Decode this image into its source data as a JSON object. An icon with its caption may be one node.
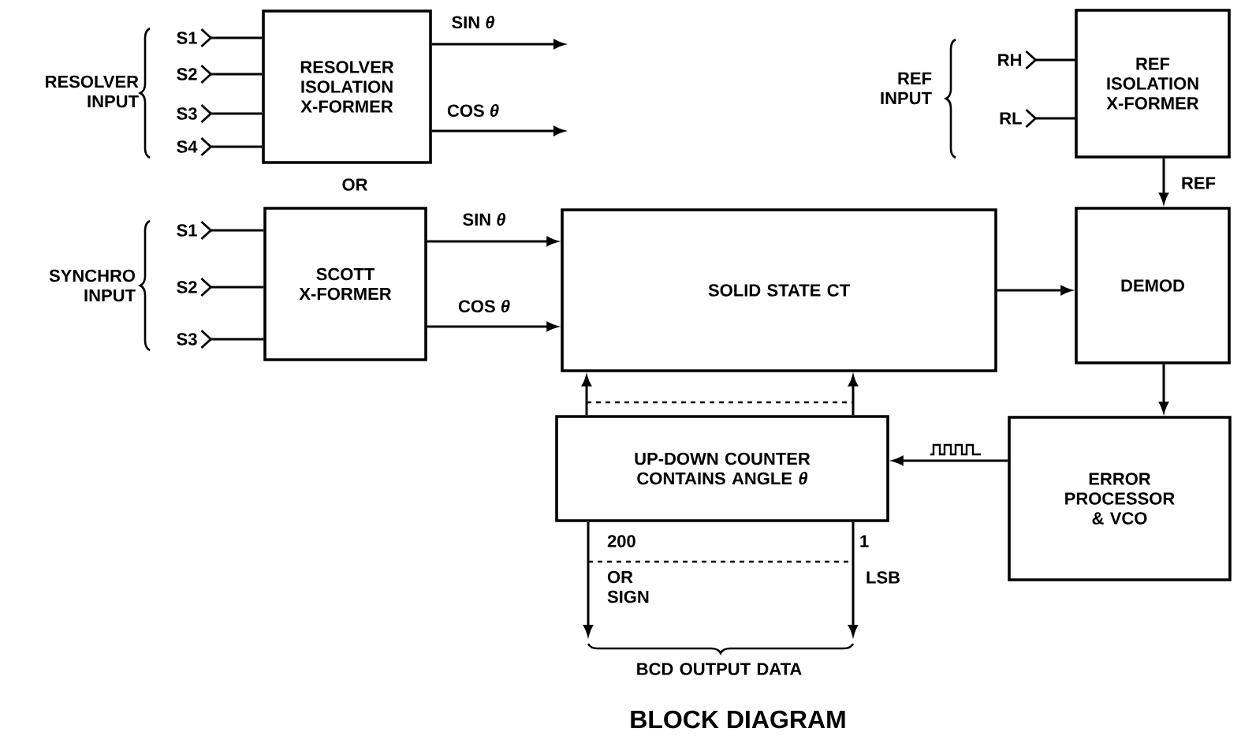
{
  "diagram": {
    "title": "BLOCK DIAGRAM",
    "nodes": [
      {
        "text": [
          "RESOLVER ISOLATION X-FORMER"
        ]
      },
      {
        "text": [
          "S1"
        ]
      },
      {
        "text": [
          "S2"
        ]
      },
      {
        "text": [
          "S3"
        ]
      },
      {
        "text": [
          "S4"
        ]
      },
      {
        "text": [
          "SCOTT X-FORMER"
        ]
      },
      {
        "text": [
          "S1"
        ]
      },
      {
        "text": [
          "S2"
        ]
      },
      {
        "text": [
          "S3"
        ]
      },
      {
        "text": [
          "SOLID STATE CT"
        ]
      },
      {
        "text": [
          "REF ISOLATION X-FORMER"
        ]
      },
      {
        "text": [
          "RH"
        ]
      },
      {
        "text": [
          "RL"
        ]
      },
      {
        "text": [
          "DEMOD"
        ]
      },
      {
        "text": [
          "ERROR PROCESSOR & VCO"
        ]
      },
      {
        "text": [
          "UP-DOWN COUNTER CONTAINS ANGLE *θ*"
        ]
      }
    ],
    "edges": [
      {
        "from": 1,
        "to": 0,
        "arrow": "other"
      },
      {
        "from": 2,
        "to": 0,
        "arrow": "other"
      },
      {
        "from": 3,
        "to": 0,
        "arrow": "other"
      },
      {
        "from": 4,
        "to": 0,
        "arrow": "other"
      },
      {
        "from": 0,
        "to": null,
        "arrow": "to",
        "label": "SIN *θ*"
      },
      {
        "from": 0,
        "to": null,
        "arrow": "to",
        "label": "COS *θ*"
      },
      {
        "from": 6,
        "to": 5,
        "arrow": "other"
      },
      {
        "from": 7,
        "to": 5,
        "arrow": "other"
      },
      {
        "from": 8,
        "to": 5,
        "arrow": "other"
      },
      {
        "from": 5,
        "to": 9,
        "arrow": "to",
        "label": "SIN *θ*"
      },
      {
        "from": 5,
        "to": 9,
        "arrow": "to",
        "label": "COS *θ*"
      },
      {
        "from": 11,
        "to": 10,
        "arrow": "other"
      },
      {
        "from": 12,
        "to": 10,
        "arrow": "other"
      },
      {
        "from": 10,
        "to": 13,
        "arrow": "to",
        "label": "REF"
      },
      {
        "from": 9,
        "to": 13,
        "arrow": "to"
      },
      {
        "from": 13,
        "to": 14,
        "arrow": "to"
      },
      {
        "from": 14,
        "to": 15,
        "arrow": "to"
      },
      {
        "from": 15,
        "to": 9,
        "arrow": "to"
      },
      {
        "from": 15,
        "to": 9,
        "arrow": "to"
      },
      {
        "from": 15,
        "to": null,
        "arrow": "to"
      },
      {
        "from": 15,
        "to": null,
        "arrow": "to"
      }
    ],
    "labels": [
      "RESOLVER INPUT",
      "OR",
      "SYNCHRO INPUT",
      "REF INPUT",
      "200",
      "1",
      "OR SIGN",
      "LSB",
      "BCD OUTPUT DATA"
    ]
  }
}
